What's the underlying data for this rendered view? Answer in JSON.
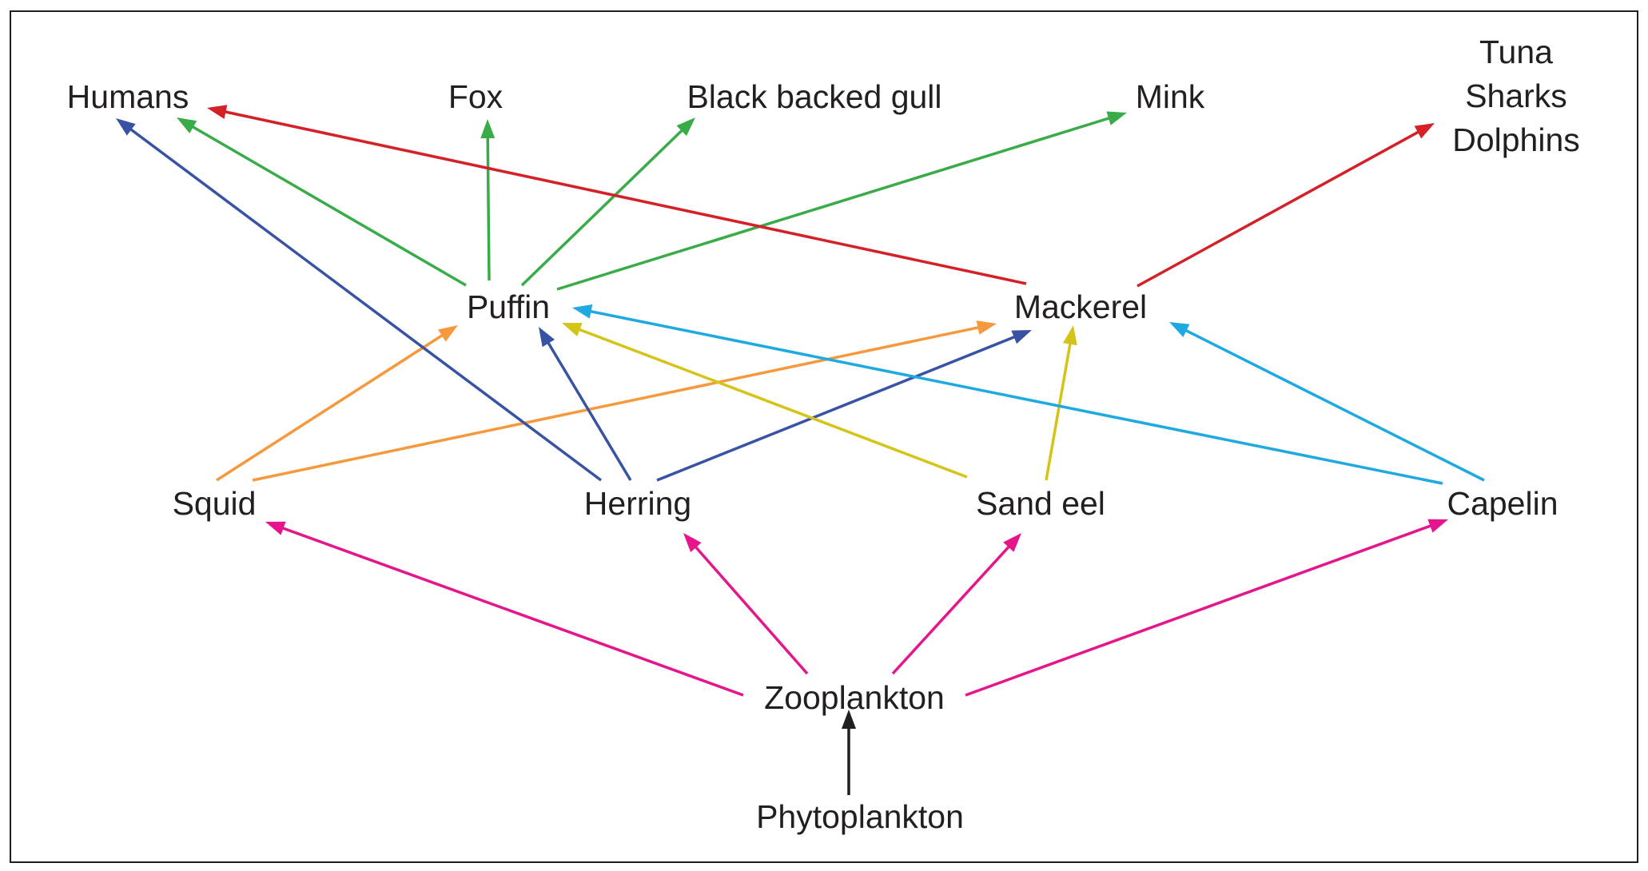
{
  "nodes": [
    {
      "id": "humans",
      "lines": [
        "Humans"
      ]
    },
    {
      "id": "fox",
      "lines": [
        "Fox"
      ]
    },
    {
      "id": "gull",
      "lines": [
        "Black backed gull"
      ]
    },
    {
      "id": "mink",
      "lines": [
        "Mink"
      ]
    },
    {
      "id": "tuna",
      "lines": [
        "Tuna",
        "Sharks",
        "Dolphins"
      ]
    },
    {
      "id": "puffin",
      "lines": [
        "Puffin"
      ]
    },
    {
      "id": "mackerel",
      "lines": [
        "Mackerel"
      ]
    },
    {
      "id": "squid",
      "lines": [
        "Squid"
      ]
    },
    {
      "id": "herring",
      "lines": [
        "Herring"
      ]
    },
    {
      "id": "sandeel",
      "lines": [
        "Sand eel"
      ]
    },
    {
      "id": "capelin",
      "lines": [
        "Capelin"
      ]
    },
    {
      "id": "zooplankton",
      "lines": [
        "Zooplankton"
      ]
    },
    {
      "id": "phytoplankton",
      "lines": [
        "Phytoplankton"
      ]
    }
  ],
  "colors": {
    "red": "#d42027",
    "green": "#3aab49",
    "blue": "#3953a4",
    "cyan": "#1fa9e1",
    "orange": "#f6993d",
    "yellow": "#d4c418",
    "magenta": "#e5168c",
    "black": "#231f20"
  },
  "edges": [
    {
      "from": "phytoplankton",
      "to": "zooplankton",
      "color": "black"
    },
    {
      "from": "zooplankton",
      "to": "squid",
      "color": "magenta"
    },
    {
      "from": "zooplankton",
      "to": "herring",
      "color": "magenta"
    },
    {
      "from": "zooplankton",
      "to": "sandeel",
      "color": "magenta"
    },
    {
      "from": "zooplankton",
      "to": "capelin",
      "color": "magenta"
    },
    {
      "from": "squid",
      "to": "puffin",
      "color": "orange"
    },
    {
      "from": "squid",
      "to": "mackerel",
      "color": "orange"
    },
    {
      "from": "herring",
      "to": "puffin",
      "color": "blue"
    },
    {
      "from": "herring",
      "to": "mackerel",
      "color": "blue"
    },
    {
      "from": "herring",
      "to": "humans",
      "color": "blue"
    },
    {
      "from": "sandeel",
      "to": "puffin",
      "color": "yellow"
    },
    {
      "from": "sandeel",
      "to": "mackerel",
      "color": "yellow"
    },
    {
      "from": "capelin",
      "to": "puffin",
      "color": "cyan"
    },
    {
      "from": "capelin",
      "to": "mackerel",
      "color": "cyan"
    },
    {
      "from": "puffin",
      "to": "humans",
      "color": "green"
    },
    {
      "from": "puffin",
      "to": "fox",
      "color": "green"
    },
    {
      "from": "puffin",
      "to": "gull",
      "color": "green"
    },
    {
      "from": "puffin",
      "to": "mink",
      "color": "green"
    },
    {
      "from": "mackerel",
      "to": "humans",
      "color": "red"
    },
    {
      "from": "mackerel",
      "to": "tuna",
      "color": "red"
    }
  ]
}
